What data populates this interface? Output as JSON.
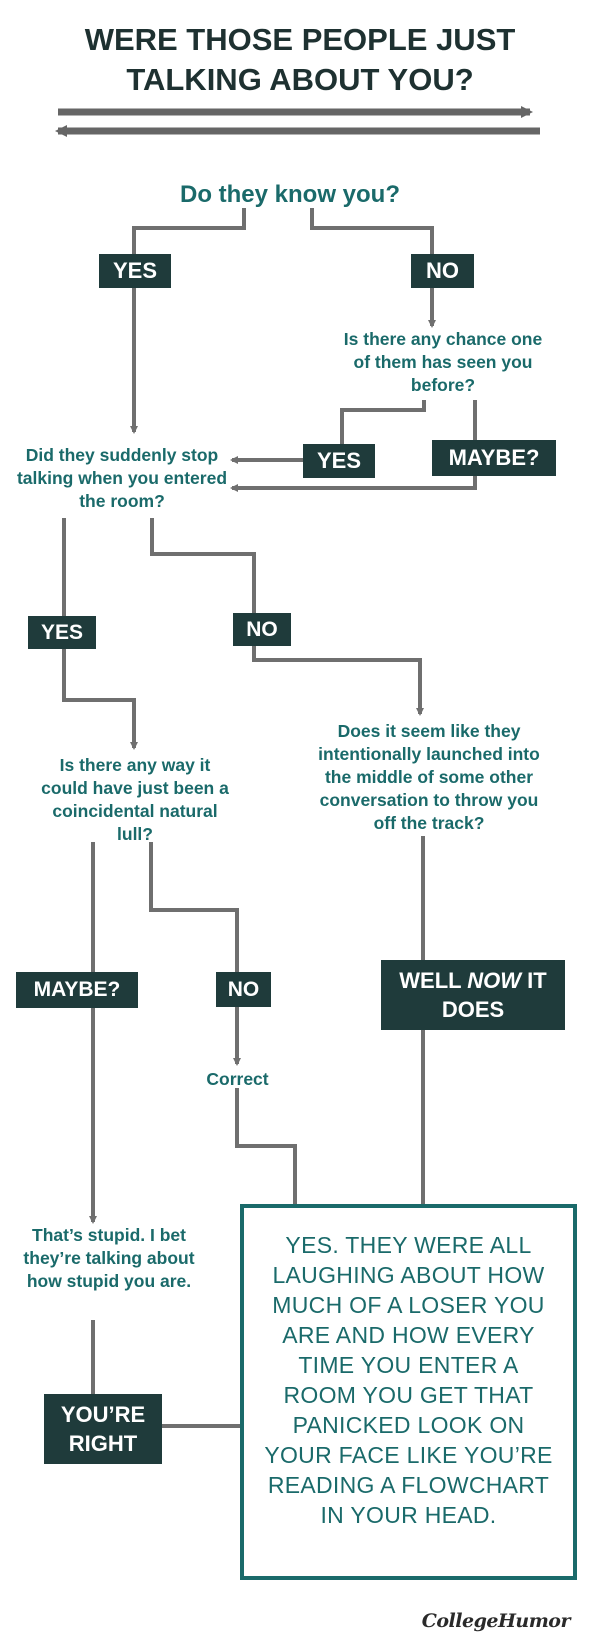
{
  "title": {
    "line1": "WERE THOSE PEOPLE JUST",
    "line2": "TALKING ABOUT YOU?"
  },
  "nodes": {
    "q_know": "Do they know you?",
    "q_seen": "Is there any chance one of them has seen you before?",
    "q_stop": "Did they suddenly stop talking when you entered the room?",
    "q_lull": "Is there any way it could have just been a coincidental natural lull?",
    "q_launched": "Does it seem like they intentionally launched into the middle of some other conversation to throw you off the track?",
    "t_correct": "Correct",
    "t_stupid": "That’s stupid. I bet they’re talking about how stupid you are.",
    "final": "YES. THEY WERE ALL LAUGHING ABOUT HOW MUCH OF A LOSER YOU ARE AND HOW EVERY TIME YOU ENTER A ROOM YOU GET THAT PANICKED LOOK ON YOUR FACE LIKE YOU’RE READING A FLOWCHART IN YOUR HEAD."
  },
  "labels": {
    "yes1": "YES",
    "no1": "NO",
    "yes2": "YES",
    "maybe1": "MAYBE?",
    "yes3": "YES",
    "no2": "NO",
    "maybe2": "MAYBE?",
    "no3": "NO",
    "well_now_1": "WELL ",
    "well_now_2": "NOW",
    "well_now_3": " IT DOES",
    "youre_right": "YOU’RE RIGHT"
  },
  "brand": "CollegeHumor",
  "colors": {
    "title": "#1e3131",
    "question_text": "#1a6a6a",
    "label_box": "#1f3b3b",
    "connector": "#6f6f6f",
    "final_border": "#1a6a6a"
  }
}
